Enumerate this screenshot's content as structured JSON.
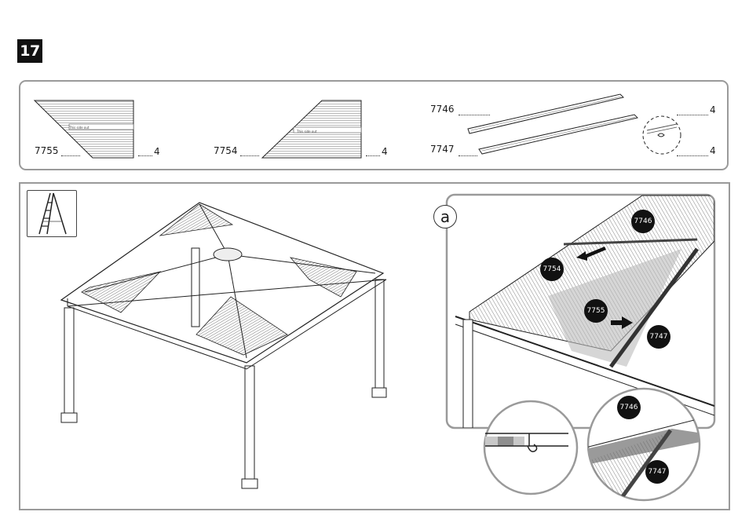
{
  "step": {
    "number": "17"
  },
  "parts": [
    {
      "code": "7755",
      "qty": "4"
    },
    {
      "code": "7754",
      "qty": "4"
    },
    {
      "code": "7746",
      "qty": "4"
    },
    {
      "code": "7747",
      "qty": "4"
    }
  ],
  "panel_stamp": "This side out",
  "detail": {
    "label": "a",
    "callouts": [
      "7746",
      "7754",
      "7755",
      "7747"
    ]
  },
  "zoom_callouts": [
    "7746",
    "7747"
  ],
  "icons": [
    "ladder-icon",
    "arrow-icon",
    "magnify-circle-icon"
  ]
}
